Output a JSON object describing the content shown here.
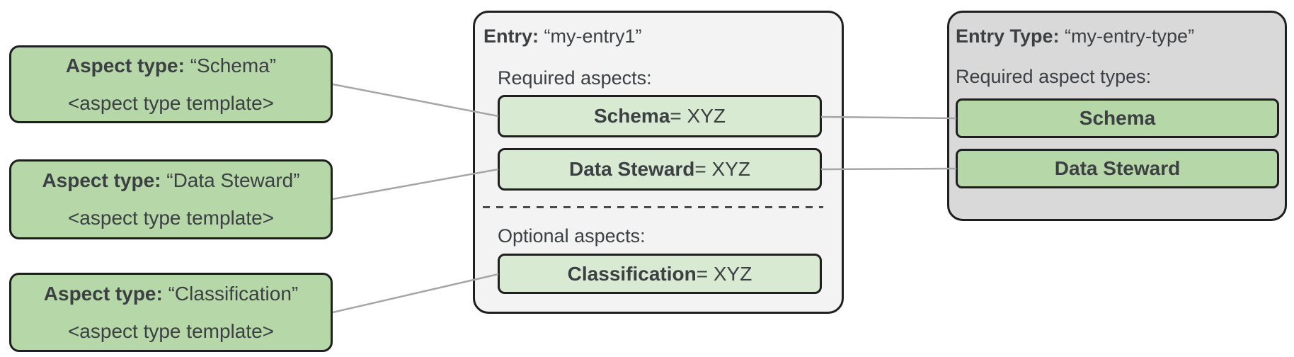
{
  "colors": {
    "card_green": "#b6d7a8",
    "chip_pale_green": "#d9ead3",
    "entry_card_gray": "#f2f3f2",
    "entry_type_card_gray": "#d9d9d9",
    "border_dark": "#1f1f1f",
    "text_dark_gray": "#3c4043",
    "connector_gray": "#a6a6a6"
  },
  "aspect_type_cards": [
    {
      "label_bold": "Aspect type:",
      "label_value": "“Schema”",
      "template_line": "<aspect type template>"
    },
    {
      "label_bold": "Aspect type:",
      "label_value": "“Data Steward”",
      "template_line": "<aspect type template>"
    },
    {
      "label_bold": "Aspect type:",
      "label_value": "“Classification”",
      "template_line": "<aspect type template>"
    }
  ],
  "entry_card": {
    "title_bold": "Entry:",
    "title_value": "“my-entry1”",
    "required_label": "Required aspects:",
    "required_aspects": [
      {
        "name": "Schema",
        "value_suffix": "= XYZ"
      },
      {
        "name": "Data Steward",
        "value_suffix": "= XYZ"
      }
    ],
    "optional_label": "Optional aspects:",
    "optional_aspects": [
      {
        "name": "Classification",
        "value_suffix": "= XYZ"
      }
    ]
  },
  "entry_type_card": {
    "title_bold": "Entry Type:",
    "title_value": "“my-entry-type”",
    "required_label": "Required aspect types:",
    "required_aspect_types": [
      "Schema",
      "Data Steward"
    ]
  }
}
